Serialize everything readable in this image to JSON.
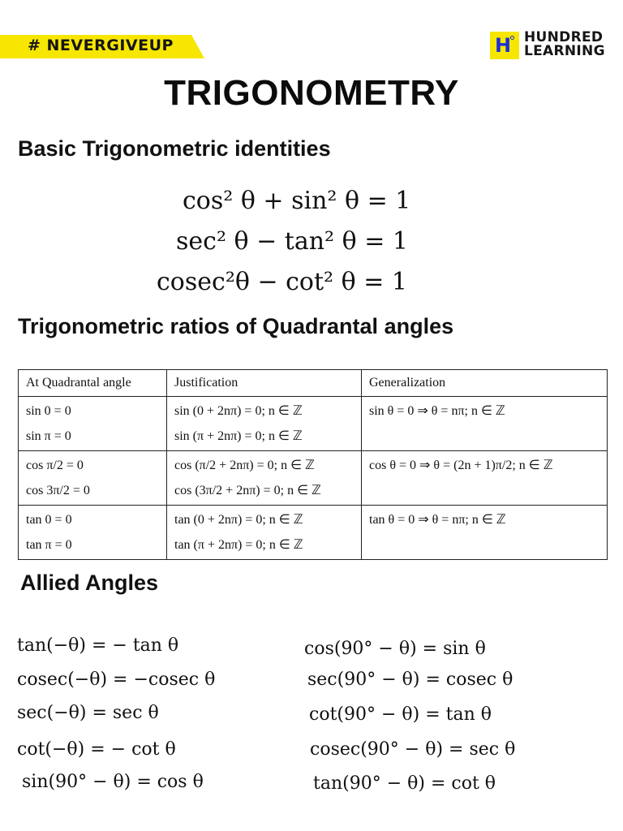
{
  "banner": {
    "text": "# NEVERGIVEUP",
    "color": "#f7e600"
  },
  "logo": {
    "glyph": "H",
    "line1": "HUNDRED",
    "line2": "LEARNING",
    "box_color": "#f7e600",
    "glyph_color": "#1b2fd6"
  },
  "title": "TRIGONOMETRY",
  "basic": {
    "heading": "Basic Trigonometric identities",
    "identities": [
      "cos² θ + sin² θ = 1",
      "sec² θ − tan² θ = 1",
      "cosec²θ − cot² θ = 1"
    ]
  },
  "quadrantal": {
    "heading": "Trigonometric ratios of Quadrantal angles",
    "columns": [
      "At Quadrantal angle",
      "Justification",
      "Generalization"
    ],
    "rows": [
      {
        "angle": [
          "sin 0 = 0",
          "sin π = 0"
        ],
        "justification": [
          "sin (0 + 2nπ) = 0; n ∈ ℤ",
          "sin (π + 2nπ) = 0; n ∈ ℤ"
        ],
        "generalization": "sin θ = 0 ⇒ θ = nπ; n ∈ ℤ"
      },
      {
        "angle": [
          "cos π/2 = 0",
          "cos 3π/2 = 0"
        ],
        "justification": [
          "cos (π/2 + 2nπ) = 0; n ∈ ℤ",
          "cos (3π/2 + 2nπ) = 0; n ∈ ℤ"
        ],
        "generalization": "cos θ = 0 ⇒ θ = (2n + 1)π/2; n ∈ ℤ"
      },
      {
        "angle": [
          "tan 0 = 0",
          "tan π = 0"
        ],
        "justification": [
          "tan (0 + 2nπ) = 0; n ∈ ℤ",
          "tan (π + 2nπ) = 0; n ∈ ℤ"
        ],
        "generalization": "tan θ = 0 ⇒ θ = nπ; n ∈ ℤ"
      }
    ]
  },
  "allied": {
    "heading": "Allied Angles",
    "left": [
      "tan(−θ) = − tan θ",
      "cosec(−θ) = −cosec θ",
      "sec(−θ) = sec θ",
      "cot(−θ) = − cot θ",
      "sin(90° − θ)  =  cos θ"
    ],
    "right": [
      "cos(90° − θ) = sin θ",
      "sec(90° − θ) = cosec θ",
      "cot(90° − θ) = tan θ",
      "cosec(90° − θ)  =  sec θ",
      "tan(90° − θ) = cot θ"
    ]
  }
}
